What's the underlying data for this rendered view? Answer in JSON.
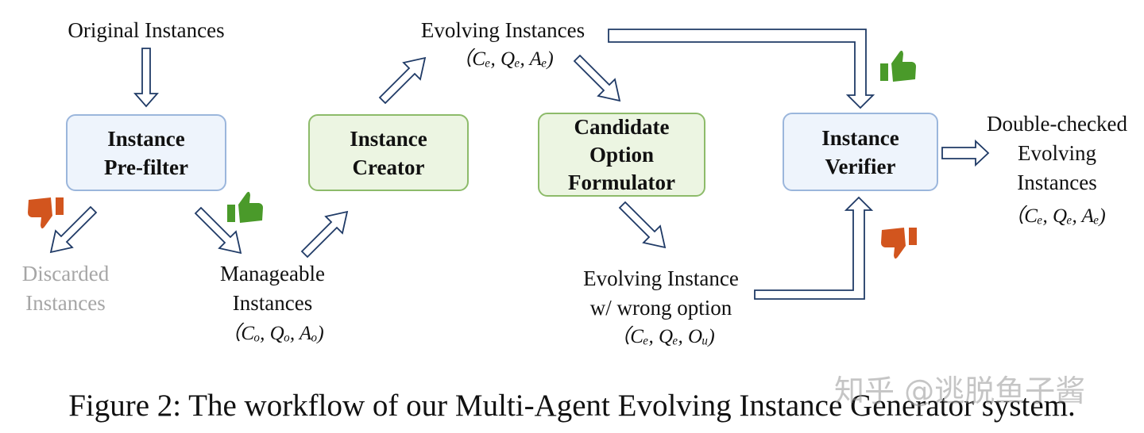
{
  "labels": {
    "original": "Original Instances",
    "evolving_top": "Evolving Instances",
    "evolving_top_tuple": "（Cₑ, Qₑ, Aₑ)",
    "discarded": "Discarded\nInstances",
    "manageable": "Manageable\nInstances",
    "manageable_tuple": "（Cₒ, Qₒ, Aₒ)",
    "wrong_option": "Evolving Instance\nw/ wrong option",
    "wrong_option_tuple": "（Cₑ, Qₑ, Oᵤ)",
    "double_checked": "Double-checked\nEvolving\nInstances",
    "double_checked_tuple": "（Cₑ, Qₑ, Aₑ)"
  },
  "boxes": {
    "prefilter": "Instance\nPre-filter",
    "creator": "Instance\nCreator",
    "formulator": "Candidate\nOption\nFormulator",
    "verifier": "Instance\nVerifier"
  },
  "icons": [
    "thumbs-down-icon",
    "thumbs-up-icon"
  ],
  "colors": {
    "thumb_up": "#4a9a2a",
    "thumb_down": "#d2551e",
    "blue_box_fill": "#eef4fc",
    "blue_box_border": "#9bb6dc",
    "green_box_fill": "#ecf5e2",
    "green_box_border": "#8dbb6a",
    "discarded_text": "#a6a6a6"
  },
  "caption": "Figure 2: The workflow of our Multi-Agent Evolving Instance Generator system.",
  "watermark": "知乎 @逃脱鱼子酱"
}
